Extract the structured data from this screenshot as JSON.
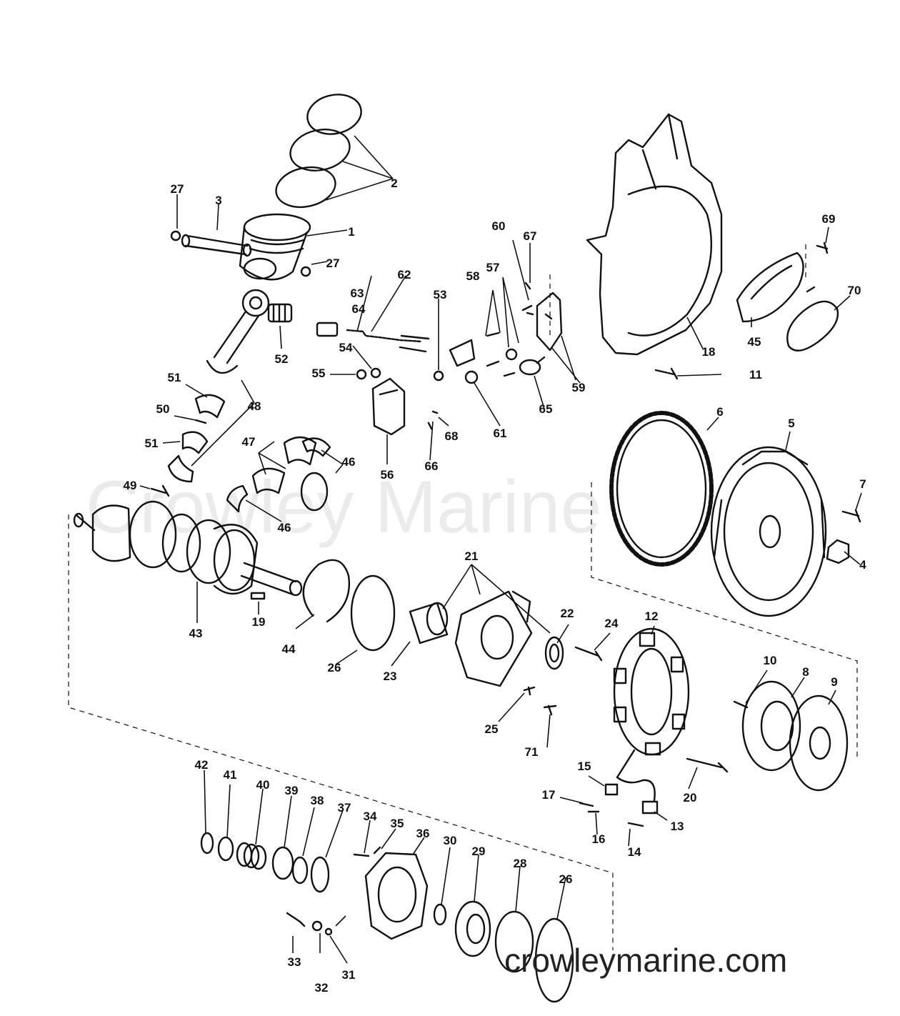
{
  "watermark": {
    "center_text": "Crowley Marine",
    "bottom_text": "crowleymarine.com"
  },
  "colors": {
    "line": "#111111",
    "background": "#ffffff",
    "watermark": "#000000"
  },
  "part_numbers": [
    "1",
    "2",
    "3",
    "4",
    "5",
    "6",
    "7",
    "8",
    "9",
    "10",
    "11",
    "12",
    "13",
    "14",
    "15",
    "16",
    "17",
    "18",
    "19",
    "20",
    "21",
    "22",
    "23",
    "24",
    "25",
    "26",
    "26",
    "27",
    "27",
    "28",
    "29",
    "30",
    "31",
    "32",
    "33",
    "34",
    "35",
    "36",
    "37",
    "38",
    "39",
    "40",
    "41",
    "42",
    "43",
    "44",
    "45",
    "46",
    "46",
    "47",
    "48",
    "49",
    "50",
    "51",
    "51",
    "52",
    "53",
    "54",
    "55",
    "56",
    "57",
    "58",
    "59",
    "60",
    "61",
    "62",
    "63",
    "64",
    "65",
    "66",
    "67",
    "68",
    "69",
    "70",
    "71"
  ]
}
